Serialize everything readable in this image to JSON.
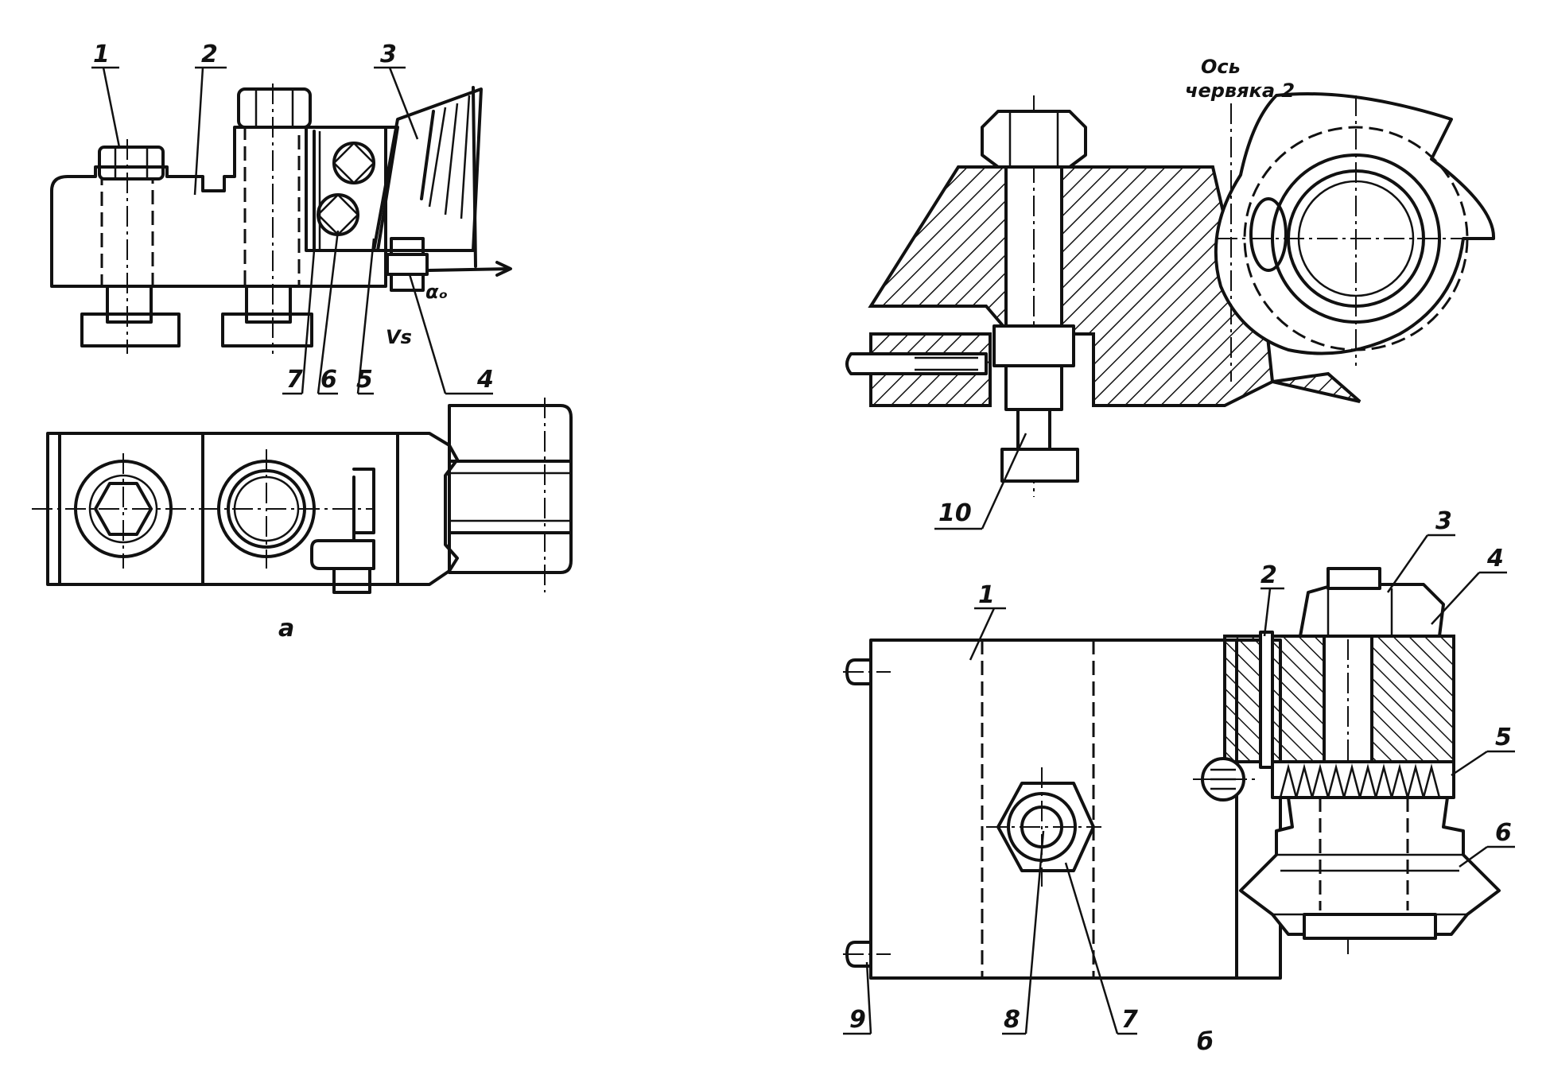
{
  "figure_a": {
    "labels": [
      "1",
      "2",
      "3",
      "4",
      "5",
      "6",
      "7"
    ],
    "alpha_label": "αₒ",
    "vs_label": "Vs",
    "caption": "a"
  },
  "figure_b": {
    "axis_note_line1": "Ось",
    "axis_note_line2": "червяка 2",
    "labels": [
      "1",
      "2",
      "3",
      "4",
      "5",
      "6",
      "7",
      "8",
      "9",
      "10"
    ],
    "caption": "б"
  }
}
